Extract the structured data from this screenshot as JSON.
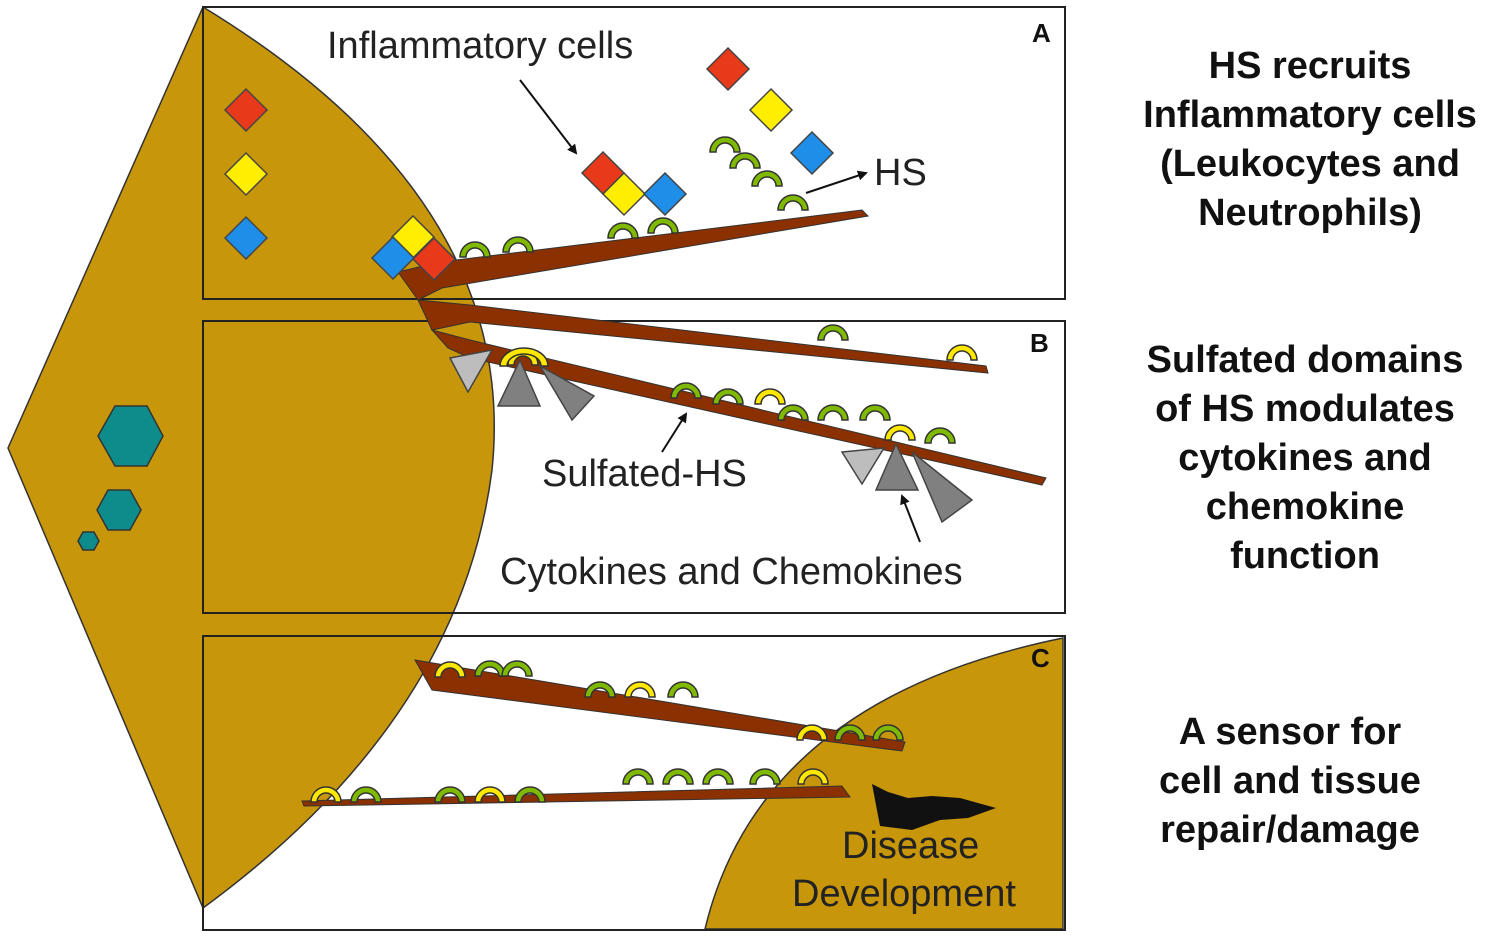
{
  "panels": [
    {
      "letter": "A",
      "description": [
        "HS recruits",
        "Inflammatory  cells",
        "(Leukocytes and",
        "Neutrophils)"
      ]
    },
    {
      "letter": "B",
      "description": [
        "Sulfated domains",
        "of HS modulates",
        "cytokines and",
        "chemokine",
        "function"
      ]
    },
    {
      "letter": "C",
      "description": [
        "A sensor for",
        "cell and tissue",
        "repair/damage"
      ]
    }
  ],
  "labels": {
    "inflammatory_cells": "Inflammatory  cells",
    "hs": "HS",
    "sulfated_hs": "Sulfated-HS",
    "cytokines_chemokines": "Cytokines and Chemokines",
    "disease_line1": "Disease",
    "disease_line2": "Development"
  },
  "colors": {
    "cell": "#c8960a",
    "chain": "#8b3000",
    "hs_unit": "#7fba00",
    "sulfated_unit": "#ffe800",
    "red": "#e8391b",
    "yellow": "#ffee00",
    "blue": "#1e8ee8",
    "teal": "#0e8c8c",
    "light_gray": "#bdbdbd",
    "dark_gray": "#808080"
  }
}
